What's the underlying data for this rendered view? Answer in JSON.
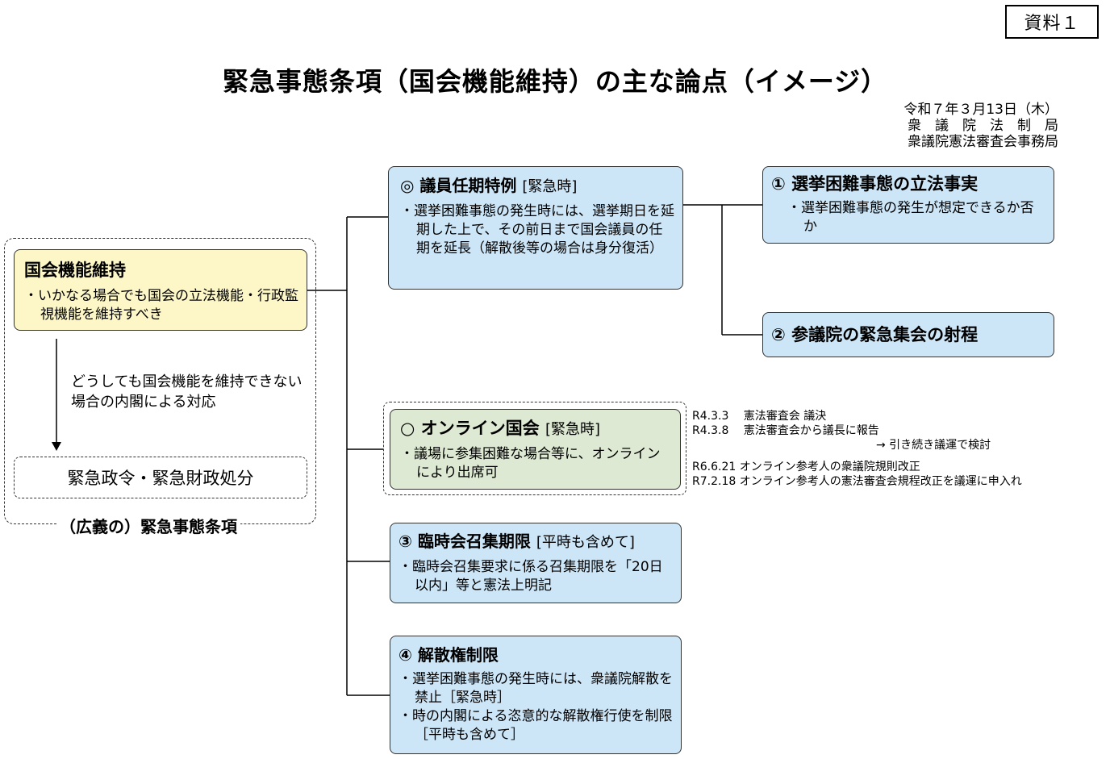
{
  "doc_label": "資料１",
  "title": "緊急事態条項（国会機能維持）の主な論点（イメージ）",
  "meta": {
    "date": "令和７年３月13日（木）",
    "org1": "衆　議　院　法　制　局",
    "org2": "衆議院憲法審査会事務局"
  },
  "left": {
    "main_box": {
      "title": "国会機能維持",
      "bullet": "・いかなる場合でも国会の立法機能・行政監視機能を維持すべき"
    },
    "arrow_note": "どうしても国会機能を維持できない場合の内閣による対応",
    "emergency_box": "緊急政令・緊急財政処分",
    "group_label": "（広義の）緊急事態条項"
  },
  "center": {
    "term_box": {
      "title": "◎ 議員任期特例",
      "tag": "[緊急時]",
      "bullet": "・選挙困難事態の発生時には、選挙期日を延期した上で、その前日まで国会議員の任期を延長（解散後等の場合は身分復活）"
    },
    "online_box": {
      "title": "○ オンライン国会",
      "tag": "[緊急時]",
      "bullet": "・議場に参集困難な場合等に、オンラインにより出席可"
    },
    "session_box": {
      "title": "③ 臨時会召集期限",
      "tag": "[平時も含めて]",
      "bullet": "・臨時会召集要求に係る召集期限を「20日以内」等と憲法上明記"
    },
    "dissolution_box": {
      "title": "④ 解散権制限",
      "bullets": [
        "・選挙困難事態の発生時には、衆議院解散を禁止［緊急時］",
        "・時の内閣による恣意的な解散権行使を制限［平時も含めて］"
      ]
    }
  },
  "right": {
    "fact_box": {
      "title": "① 選挙困難事態の立法事実",
      "bullet": "・選挙困難事態の発生が想定できるか否か"
    },
    "councillors_box": {
      "title": "② 参議院の緊急集会の射程"
    },
    "online_notes": [
      "R4.3.3　 憲法審査会 議決",
      "R4.3.8　 憲法審査会から議長に報告",
      "→ 引き続き議運で検討",
      "R6.6.21 オンライン参考人の衆議院規則改正",
      "R7.2.18 オンライン参考人の憲法審査会規程改正を議運に申入れ"
    ]
  }
}
